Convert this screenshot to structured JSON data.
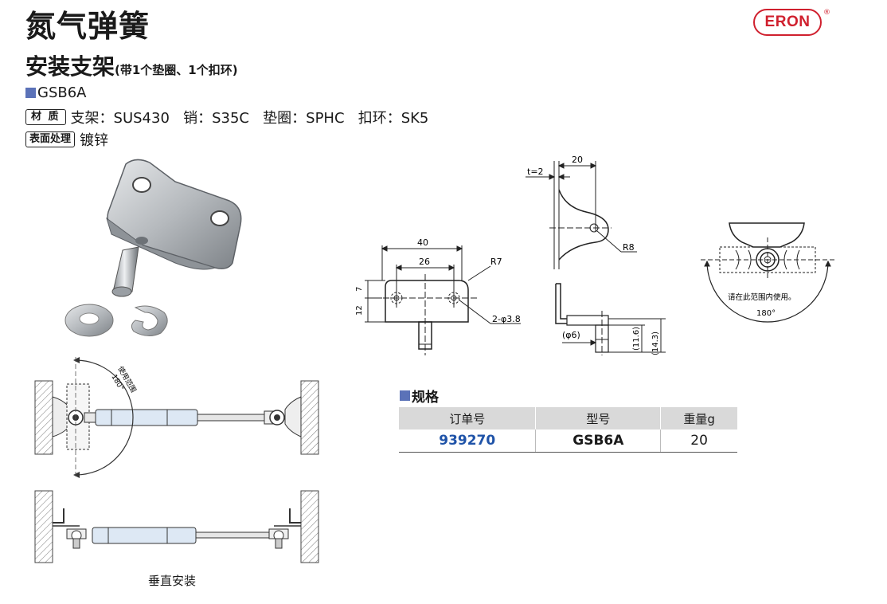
{
  "header": {
    "title": "氮气弹簧",
    "subtitle": "安装支架",
    "subtitle_note": "(带1个垫圈、1个扣环)",
    "brand": "ERON",
    "brand_mark": "®"
  },
  "product": {
    "model_line": "GSB6A",
    "material_tag": "材 质",
    "material_text": "支架：SUS430   销：S35C   垫圈：SPHC   扣环：SK5",
    "surface_tag": "表面处理",
    "surface_text": "镀锌"
  },
  "install": {
    "range_label": "使用范围",
    "range_angle": "180°",
    "caption": "垂直安装"
  },
  "drawing": {
    "dims": {
      "w40": "40",
      "w26": "26",
      "r7": "R7",
      "h7": "7",
      "h12": "12",
      "holes": "2-φ3.8",
      "t2": "t=2",
      "w20": "20",
      "r8": "R8",
      "d6": "(φ6)",
      "h116": "(11.6)",
      "h143": "(14.3)"
    },
    "range_note": "请在此范围内使用。",
    "range_angle": "180°"
  },
  "spec": {
    "title": "规格",
    "headers": [
      "订单号",
      "型号",
      "重量g"
    ],
    "rows": [
      {
        "order": "939270",
        "model": "GSB6A",
        "weight": "20"
      }
    ]
  },
  "colors": {
    "brand_red": "#d0202e",
    "accent_blue": "#5b72b8",
    "order_blue": "#1f53a8",
    "gas_spring_body": "#dde8f4"
  }
}
